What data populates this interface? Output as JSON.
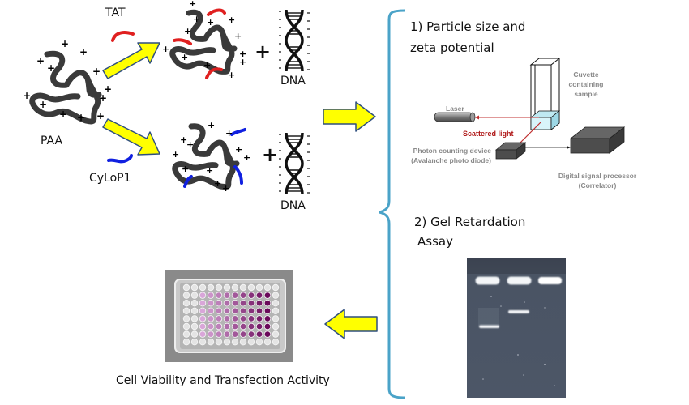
{
  "figure": {
    "title": "PAA peptide complex characterization workflow",
    "colors": {
      "arrow_fill": "#ffff00",
      "arrow_stroke": "#2f4f7f",
      "bracket": "#4aa3c8",
      "polymer": "#3a3a3a",
      "tat_peptide": "#e02020",
      "cylop1_peptide": "#1020e0",
      "scattered_light": "#b01818",
      "gel_background": "#4a5565",
      "plate_wells_light": "#d9a6d9",
      "plate_wells_dark": "#6a0a5a"
    }
  },
  "left_panel": {
    "polymer_label": "PAA",
    "tat_label": "TAT",
    "cylop1_label": "CyLoP1",
    "plus_sign": "+",
    "dna_label_top": "DNA",
    "dna_label_bottom": "DNA"
  },
  "steps": {
    "step1_line1": "1) Particle size and",
    "step1_line2": "zeta potential",
    "step2_line1": "2) Gel Retardation",
    "step2_line2": "Assay",
    "final_label": "Cell Viability and Transfection Activity"
  },
  "dls_schematic": {
    "cuvette_line1": "Cuvette",
    "cuvette_line2": "containing",
    "cuvette_line3": "sample",
    "laser": "Laser",
    "scattered_light": "Scattered light",
    "detector_line1": "Photon counting device",
    "detector_line2": "(Avalanche photo diode)",
    "processor_line1": "Digital signal processor",
    "processor_line2": "(Correlator)"
  },
  "gel": {
    "lanes": 3,
    "lane_band_positions_from_well": [
      0.48,
      0.33,
      null
    ]
  },
  "well_plate": {
    "rows": 8,
    "columns": 12,
    "stained_columns": 8,
    "stained_rows": 6
  }
}
